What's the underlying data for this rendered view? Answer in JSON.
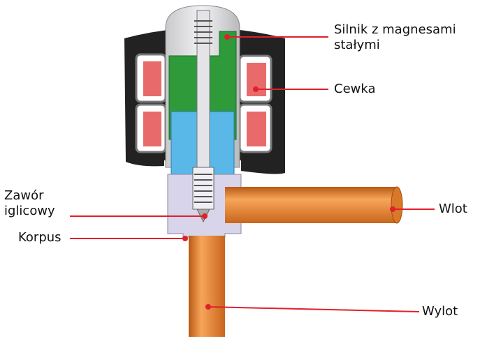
{
  "labels": {
    "motor": [
      "Silnik z magnesami",
      "stałymi"
    ],
    "coil": "Cewka",
    "needle_valve": [
      "Zawór",
      "iglicowy"
    ],
    "body": "Korpus",
    "inlet": "Wlot",
    "outlet": "Wylot"
  },
  "colors": {
    "leader": "#e0202a",
    "housing": "#222222",
    "coil": "#e86a6a",
    "rotor": "#2e9a3a",
    "stator": "#5ab8e8",
    "body": "#d8d4ea",
    "pipe": "#e9812a"
  }
}
